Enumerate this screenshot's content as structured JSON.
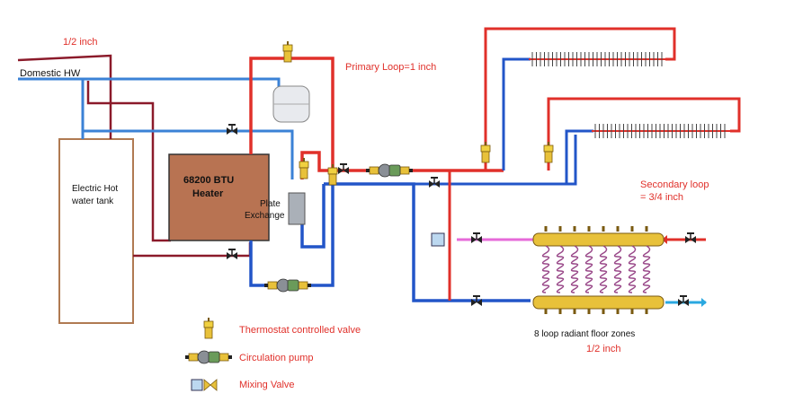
{
  "labels": {
    "half_inch_top": "1/2 inch",
    "domestic_hw": "Domestic HW",
    "tank_line1": "Electric Hot",
    "tank_line2": "water tank",
    "heater_line1": "68200 BTU",
    "heater_line2": "Heater",
    "plate_line1": "Plate",
    "plate_line2": "Exchange",
    "primary_loop": "Primary Loop=1 inch",
    "secondary_line1": "Secondary loop",
    "secondary_line2": "= 3/4 inch",
    "radiant_zones": "8 loop radiant floor zones",
    "half_inch_bottom": "1/2 inch"
  },
  "legend": [
    {
      "label": "Thermostat controlled valve",
      "icon": "thermostat-valve-icon"
    },
    {
      "label": "Circulation pump",
      "icon": "circulation-pump-icon"
    },
    {
      "label": "Mixing Valve",
      "icon": "mixing-valve-icon"
    }
  ],
  "colors": {
    "hot": "#e0302a",
    "cold": "#2255c8",
    "domestic": "#3b82d6",
    "dhw": "#8b1a2a",
    "heater": "#b87352",
    "tank_border": "#b07a52",
    "brass": "#e8c13a",
    "manifold_loop": "#9a4a8a",
    "pink": "#e66ad8",
    "cyan": "#2aa8e0"
  }
}
